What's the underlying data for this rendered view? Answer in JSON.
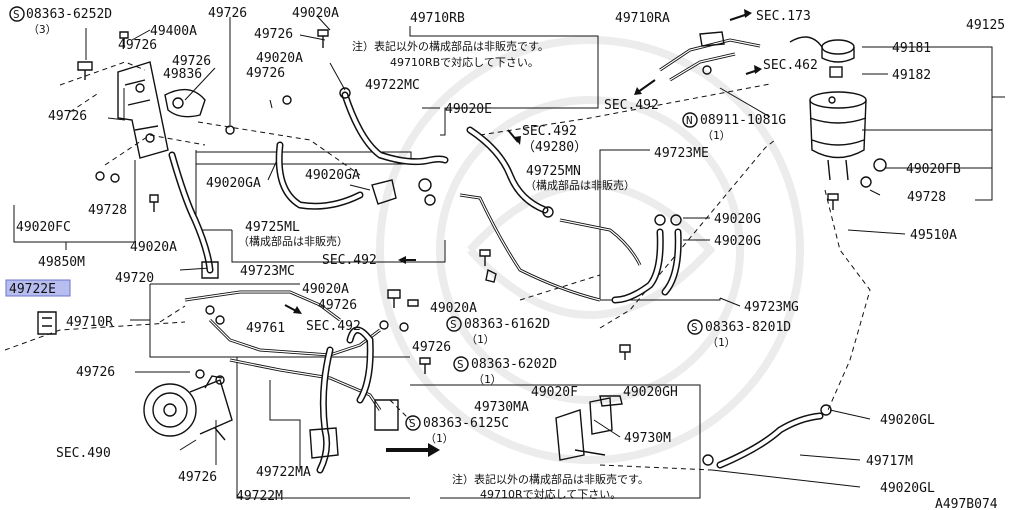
{
  "diagram": {
    "code": "A497B074",
    "highlighted_part": "49722E",
    "parts": {
      "p49726a": "49726",
      "p49726b": "49726",
      "p49726c": "49726",
      "p49726d": "49726",
      "p49726e": "49726",
      "p49726f": "49726",
      "p49726g": "49726",
      "p49726h": "49726",
      "p49726i": "49726",
      "p49726j": "49726",
      "p49020Aa": "49020A",
      "p49020Ab": "49020A",
      "p49020Ac": "49020A",
      "p49020Ad": "49020A",
      "p49020Ae": "49020A",
      "p49400A": "49400A",
      "p49836": "49836",
      "p49710RB": "49710RB",
      "p49722MC": "49722MC",
      "p49020E": "49020E",
      "p49020GA": "49020GA",
      "p49020GAb": "49020GA",
      "p49725ML": "49725ML",
      "p49723MC": "49723MC",
      "p49020FC": "49020FC",
      "p49728a": "49728",
      "p49728b": "49728",
      "p49850M": "49850M",
      "p49720": "49720",
      "p49710RA": "49710RA",
      "p49125": "49125",
      "p49181": "49181",
      "p49182": "49182",
      "p49725MN": "49725MN",
      "p49723ME": "49723ME",
      "p49020FB": "49020FB",
      "p49020Ga": "49020G",
      "p49020Gb": "49020G",
      "p49510A": "49510A",
      "p49723MG": "49723MG",
      "p49710R": "49710R",
      "p49761": "49761",
      "p49020F": "49020F",
      "p49020GH": "49020GH",
      "p49730MA": "49730MA",
      "p49730M": "49730M",
      "p49722MA": "49722MA",
      "p49722M": "49722M",
      "p49020GLa": "49020GL",
      "p49020GLb": "49020GL",
      "p49717M": "49717M"
    },
    "bolts": {
      "b1_num": "08363-6252D",
      "b1_qty": "（3）",
      "b2_num": "08911-1081G",
      "b2_qty": "（1）",
      "b3_num": "08363-6162D",
      "b3_qty": "（1）",
      "b4_num": "08363-8201D",
      "b4_qty": "（1）",
      "b5_num": "08363-6202D",
      "b5_qty": "（1）",
      "b6_num": "08363-6125C",
      "b6_qty": "（1）"
    },
    "refs": {
      "sec173": "SEC.173",
      "sec462": "SEC.462",
      "sec492a": "SEC.492",
      "sec492b": "SEC.492",
      "sec492b_sub": "（49280）",
      "sec492c": "SEC.492",
      "sec492d": "SEC.492",
      "sec490": "SEC.490"
    },
    "notes": {
      "top_line1": "注）表記以外の構成部品は非販売です。",
      "top_line2": "49710RBで対応して下さい。",
      "bottom_line1": "注）表記以外の構成部品は非販売です。",
      "bottom_line2": "49710Rで対応して下さい。",
      "ml_sub": "（構成部品は非販売）",
      "mn_sub": "（構成部品は非販売）"
    },
    "circle_letter_s": "S",
    "circle_letter_n": "N"
  }
}
